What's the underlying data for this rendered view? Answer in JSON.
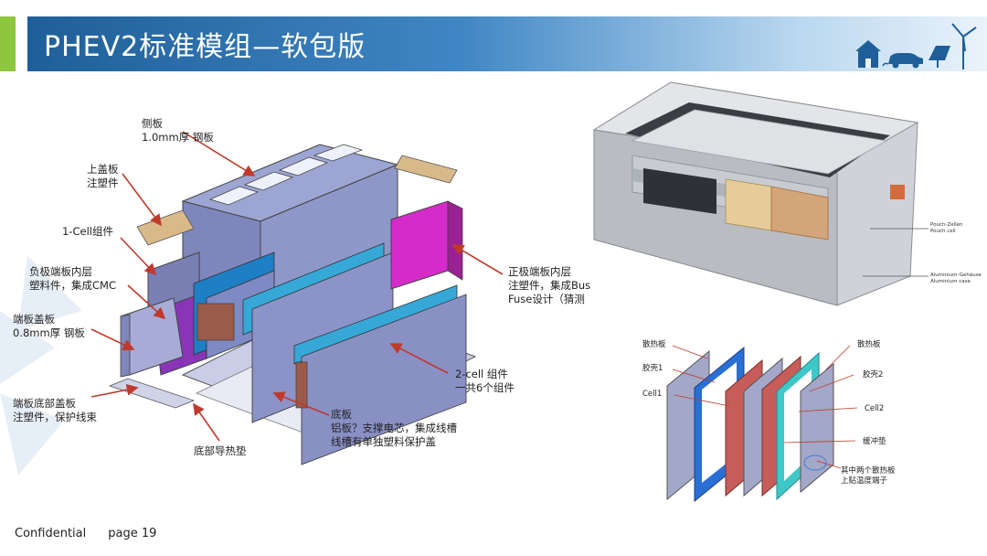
{
  "header": {
    "title": "PHEV2标准模组—软包版",
    "accent_color": "#8dc63f",
    "band_color": "#2f74b5",
    "logo_icons": [
      "house-icon",
      "car-icon",
      "solar-panel-icon",
      "wind-turbine-icon"
    ]
  },
  "exploded_view": {
    "labels": [
      "侧板\n1.0mm厚 钢板",
      "上盖板\n注塑件",
      "1-Cell组件",
      "负极端板内层\n塑料件，集成CMC",
      "端板盖板\n0.8mm厚 钢板",
      "端板底部盖板\n注塑件，保护线束",
      "底部导热垫",
      "底板\n铝板？支撑电芯，集成线槽\n线槽有单独塑料保护盖",
      "2-cell 组件\n一共6个组件",
      "正极端板内层\n注塑件，集成Bus\nFuse设计（猜测"
    ]
  },
  "module_photo": {
    "labels": [
      "Pouch-Zellen\nPouch cell",
      "Aluminium-Gehäuse\nAluminium case"
    ]
  },
  "cell_stack": {
    "labels": [
      "散热板",
      "胶壳1",
      "Cell1",
      "散热板",
      "胶壳2",
      "Cell2",
      "缓冲垫",
      "其中两个散热板\n上贴温度端子"
    ]
  },
  "footer": {
    "confidential": "Confidential",
    "page": "page 19"
  }
}
